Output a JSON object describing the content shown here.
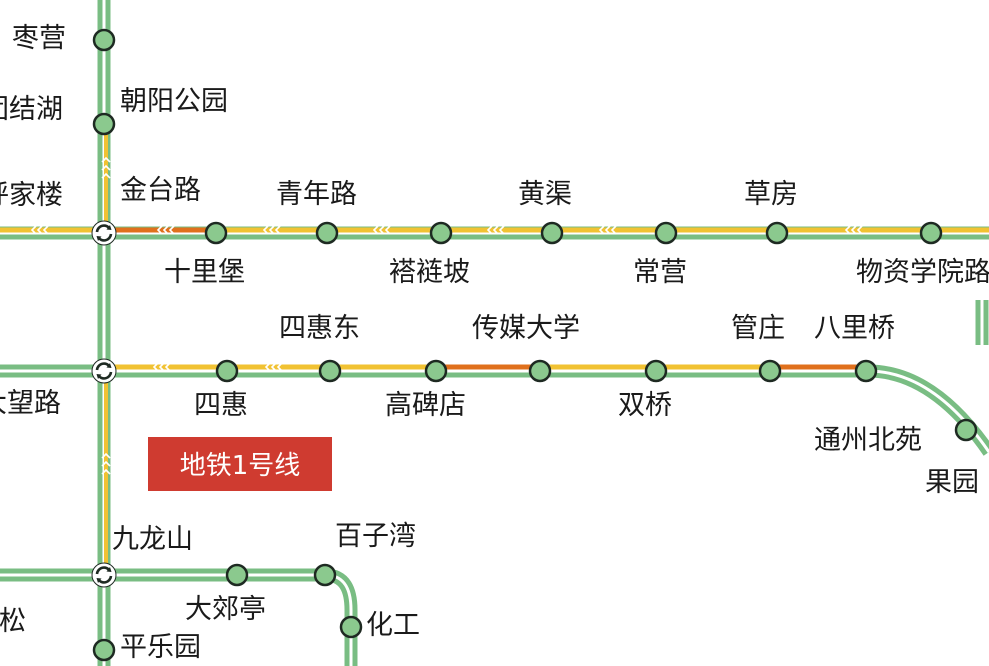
{
  "colors": {
    "line_green": "#79bd83",
    "line_yellow": "#f1c232",
    "line_orange": "#e0701c",
    "station_fill": "#8bc98e",
    "station_stroke": "#1e2a22",
    "legend_bg": "#cf3b30",
    "text": "#1a1a1a"
  },
  "legend": {
    "label": "地铁1号线"
  },
  "stations": {
    "zaoying": "枣营",
    "chaoyang_park": "朝阳公园",
    "tuanjiehu": "团结湖",
    "hujialou": "呼家楼",
    "jintailu": "金台路",
    "qingnianlu": "青年路",
    "huangqu": "黄渠",
    "caofang": "草房",
    "shilipu": "十里堡",
    "chuluopo": "褡裢坡",
    "changying": "常营",
    "wuzixueyuan": "物资学院路",
    "sihuidong": "四惠东",
    "chuanmei": "传媒大学",
    "guanzhuang": "管庄",
    "balizhuang": "八里桥",
    "dawanglu": "大望路",
    "sihui": "四惠",
    "gaobeidian": "高碑店",
    "shuangqiao": "双桥",
    "tongzhou_beiyuan": "通州北苑",
    "guoyuan": "果园",
    "jiulongshan": "九龙山",
    "baiziwan": "百子湾",
    "jinsong": "劲松",
    "dajiaoting": "大郊亭",
    "huagong": "化工",
    "pingleyuan": "平乐园"
  }
}
